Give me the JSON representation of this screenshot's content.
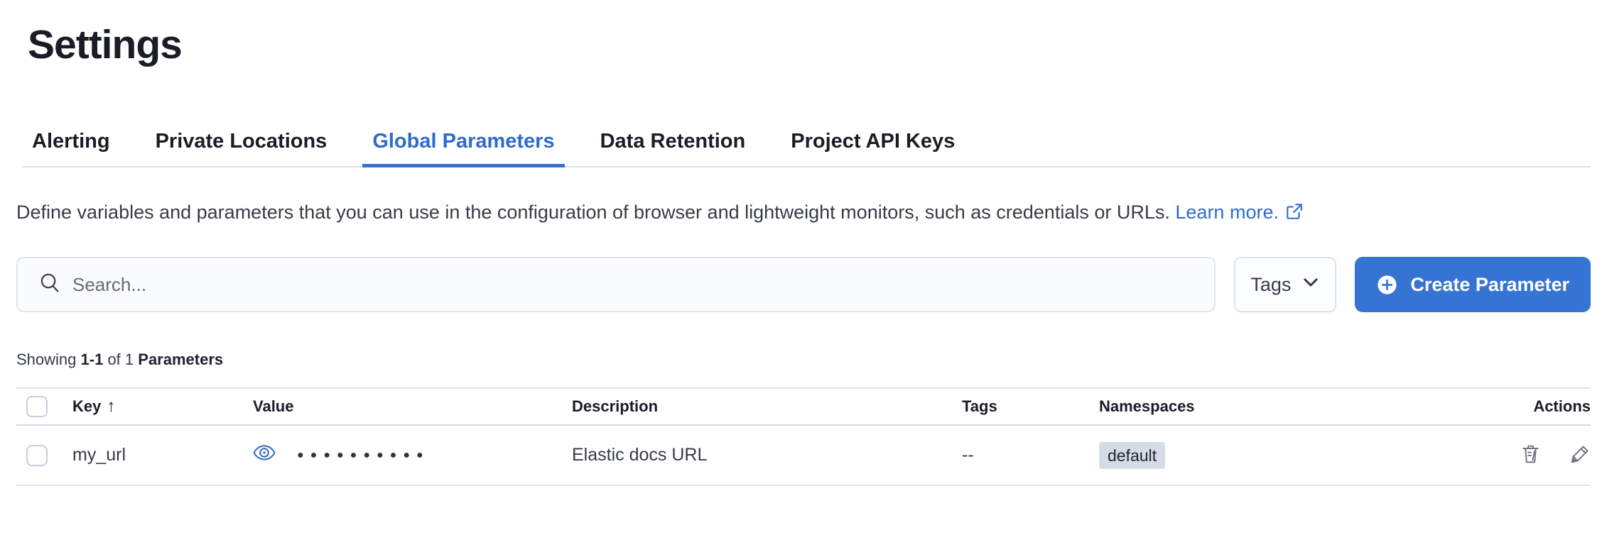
{
  "page": {
    "title": "Settings"
  },
  "tabs": [
    {
      "label": "Alerting",
      "active": false
    },
    {
      "label": "Private Locations",
      "active": false
    },
    {
      "label": "Global Parameters",
      "active": true
    },
    {
      "label": "Data Retention",
      "active": false
    },
    {
      "label": "Project API Keys",
      "active": false
    }
  ],
  "description": {
    "text": "Define variables and parameters that you can use in the configuration of browser and lightweight monitors, such as credentials or URLs.",
    "link_label": "Learn more."
  },
  "toolbar": {
    "search_placeholder": "Search...",
    "search_value": "",
    "tags_label": "Tags",
    "create_label": "Create Parameter"
  },
  "summary": {
    "prefix": "Showing",
    "range": "1-1",
    "middle": "of 1",
    "entity": "Parameters"
  },
  "table": {
    "headers": {
      "key": "Key",
      "value": "Value",
      "description": "Description",
      "tags": "Tags",
      "namespaces": "Namespaces",
      "actions": "Actions"
    },
    "sort_icon": "↑",
    "rows": [
      {
        "key": "my_url",
        "value_masked": "●●●●●●●●●●",
        "description": "Elastic docs URL",
        "tags": "--",
        "namespace_badge": "default"
      }
    ]
  },
  "icons": {
    "search": "search-icon",
    "chevron": "chevron-down-icon",
    "plus": "plus-in-circle-icon",
    "external": "external-link-icon",
    "eye": "eye-icon",
    "trash": "trash-icon",
    "pencil": "pencil-icon"
  },
  "colors": {
    "accent_button": "#3674d4",
    "link": "#2f6bcc",
    "tab_underline": "#3671d0",
    "eye_icon": "#2b66c4",
    "badge_bg": "#d6dce6",
    "divider": "#dce1ec",
    "text_dark": "#1a1d26"
  }
}
